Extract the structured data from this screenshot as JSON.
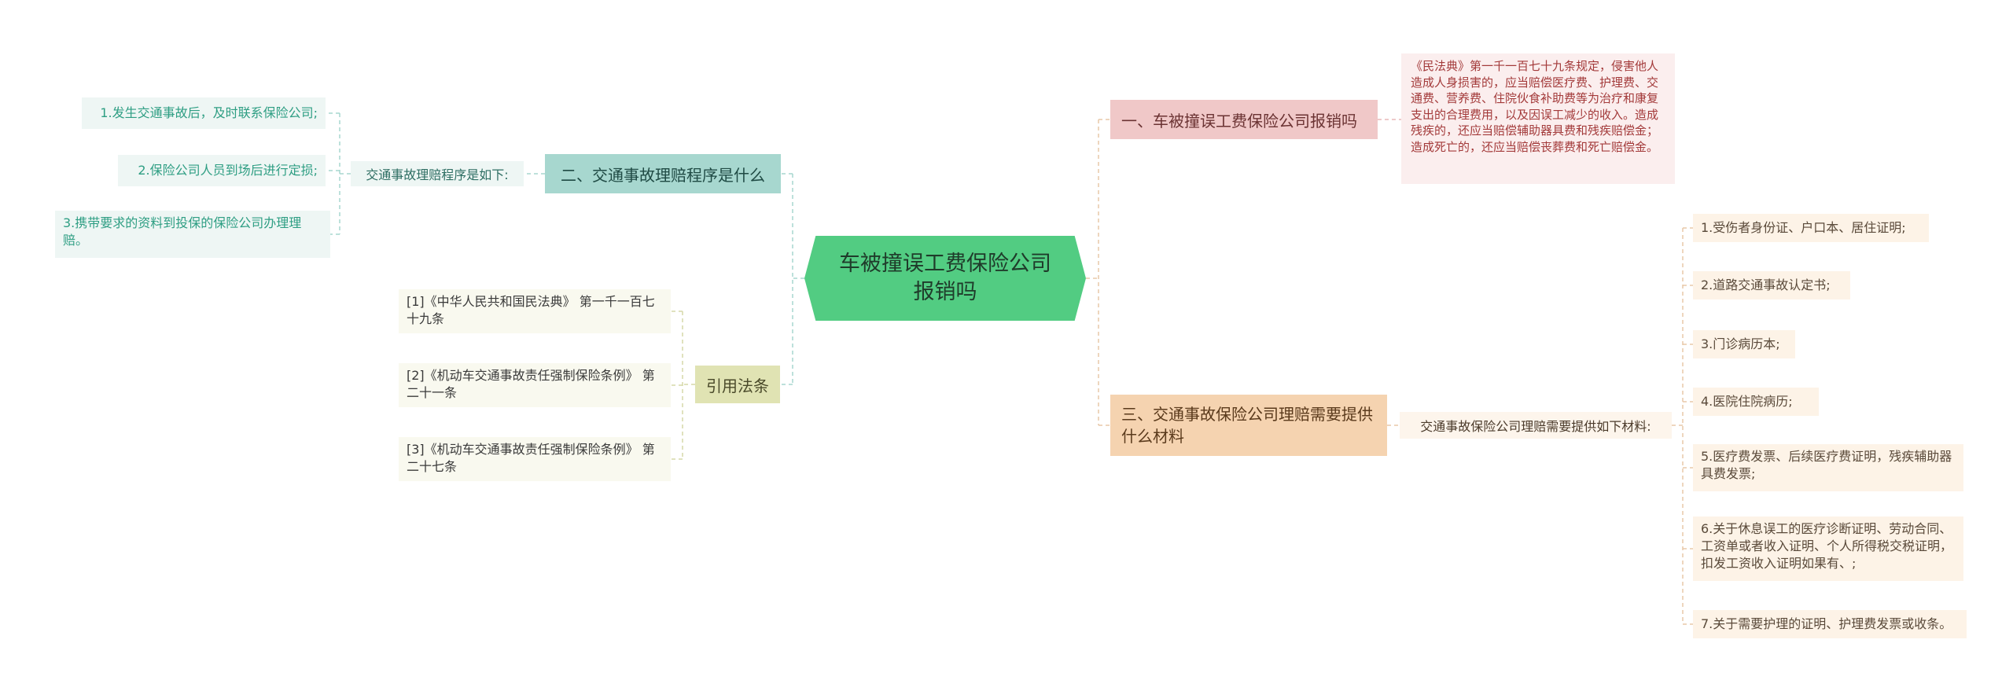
{
  "root": {
    "title": "车被撞误工费保险公司报销吗"
  },
  "branch1": {
    "label": "一、车被撞误工费保险公司报销吗",
    "leaf": "《民法典》第一千一百七十九条规定，侵害他人造成人身损害的，应当赔偿医疗费、护理费、交通费、营养费、住院伙食补助费等为治疗和康复支出的合理费用，以及因误工减少的收入。造成残疾的，还应当赔偿辅助器具费和残疾赔偿金；造成死亡的，还应当赔偿丧葬费和死亡赔偿金。"
  },
  "branch2": {
    "label": "二、交通事故理赔程序是什么",
    "sub_label": "交通事故理赔程序是如下:",
    "steps": [
      "1.发生交通事故后，及时联系保险公司;",
      "2.保险公司人员到场后进行定损;",
      "3.携带要求的资料到投保的保险公司办理理赔。"
    ]
  },
  "branch3": {
    "label": "三、交通事故保险公司理赔需要提供什么材料",
    "sub_label": "交通事故保险公司理赔需要提供如下材料:",
    "items": [
      "1.受伤者身份证、户口本、居住证明;",
      "2.道路交通事故认定书;",
      "3.门诊病历本;",
      "4.医院住院病历;",
      "5.医疗费发票、后续医疗费证明，残疾辅助器具费发票;",
      "6.关于休息误工的医疗诊断证明、劳动合同、工资单或者收入证明、个人所得税交税证明，扣发工资收入证明如果有、;",
      "7.关于需要护理的证明、护理费发票或收条。"
    ]
  },
  "branch4": {
    "label": "引用法条",
    "refs": [
      "[1]《中华人民共和国民法典》 第一千一百七十九条",
      "[2]《机动车交通事故责任强制保险条例》 第二十一条",
      "[3]《机动车交通事故责任强制保险条例》 第二十七条"
    ]
  },
  "colors": {
    "root": "#52cc82",
    "branch1": "#f0c8c8",
    "branch2": "#a7d7cf",
    "branch3": "#f5d3b0",
    "branch4": "#e0e3b3"
  }
}
